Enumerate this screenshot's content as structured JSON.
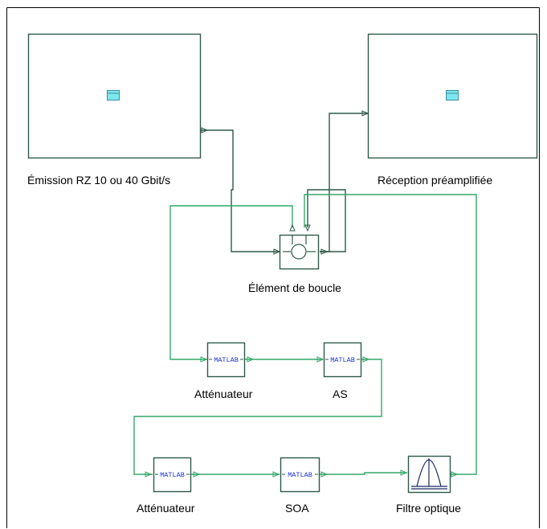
{
  "colors": {
    "wire_dark": "#2e5a48",
    "wire_green": "#34a86a",
    "block_border": "#2e5a48",
    "icon_fill": "#7ee6ee",
    "icon_border": "#3a8ea0",
    "matlab_text": "#1a2fd8",
    "frame": "#000000"
  },
  "blocks": {
    "emission": {
      "label": "Émission RZ 10 ou 40 Gbit/s",
      "icon": "subsystem-icon"
    },
    "reception": {
      "label": "Réception préamplifiée",
      "icon": "subsystem-icon"
    },
    "loop": {
      "label": "Élément de boucle",
      "icon": "circulator-icon"
    },
    "attenuator1": {
      "label": "Atténuateur",
      "text": "MATLAB"
    },
    "as": {
      "label": "AS",
      "text": "MATLAB"
    },
    "attenuator2": {
      "label": "Atténuateur",
      "text": "MATLAB"
    },
    "soa": {
      "label": "SOA",
      "text": "MATLAB"
    },
    "filter": {
      "label": "Filtre optique",
      "icon": "bandpass-filter-icon"
    }
  }
}
